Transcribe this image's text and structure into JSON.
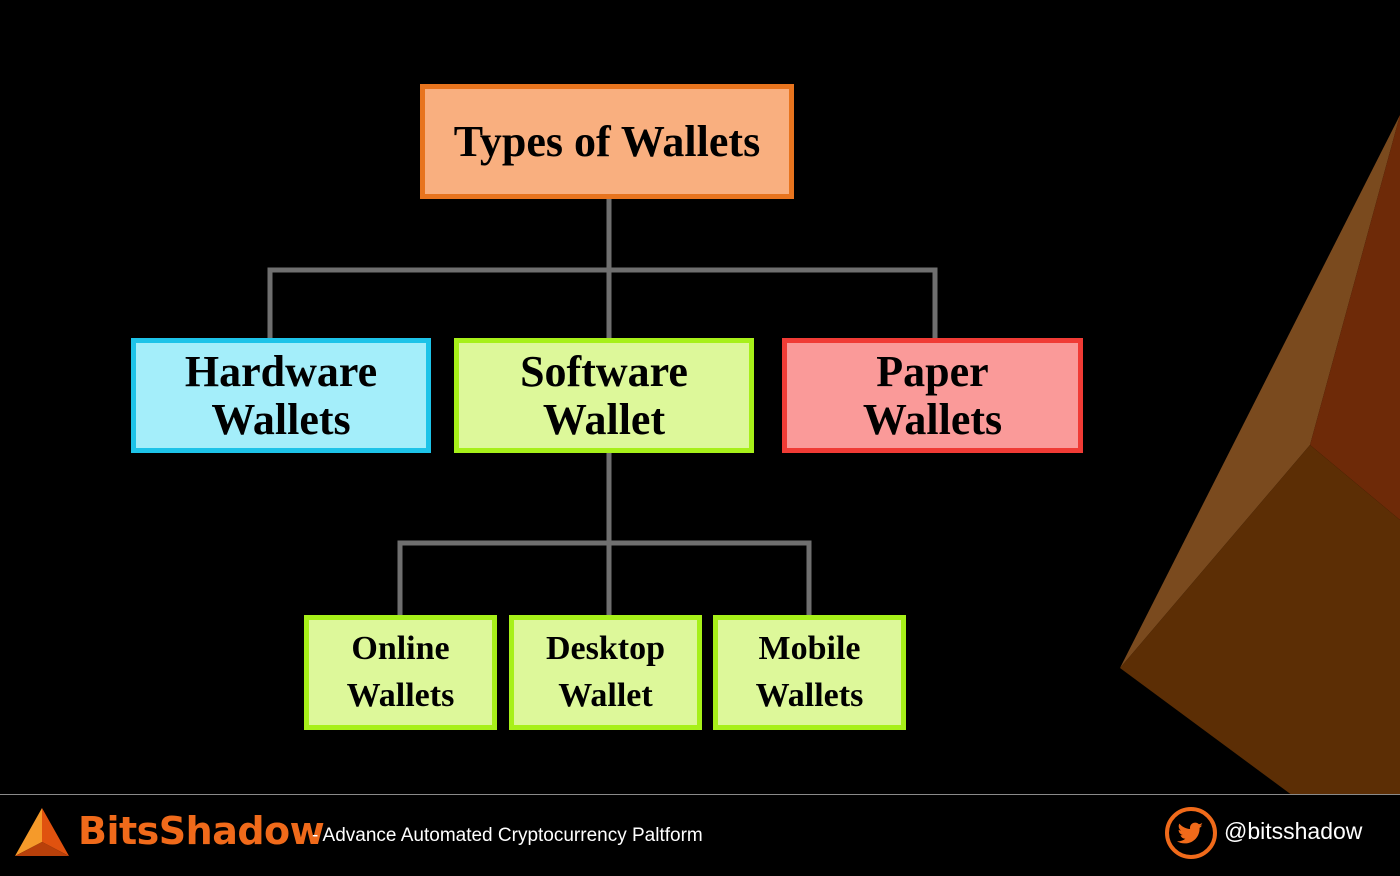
{
  "diagram": {
    "root": {
      "label": "Types of Wallets"
    },
    "level1": [
      {
        "lines": [
          "Hardware",
          "Wallets"
        ],
        "color": "#A4EEFA",
        "border": "#1DC3E8"
      },
      {
        "lines": [
          "Software",
          "Wallet"
        ],
        "color": "#DDF89A",
        "border": "#A7F019"
      },
      {
        "lines": [
          "Paper",
          "Wallets"
        ],
        "color": "#FA9A99",
        "border": "#F03B35"
      }
    ],
    "level2": [
      {
        "lines": [
          "Online",
          "Wallets"
        ]
      },
      {
        "lines": [
          "Desktop",
          "Wallet"
        ]
      },
      {
        "lines": [
          "Mobile",
          "Wallets"
        ]
      }
    ],
    "connector_color": "#6F6F6F"
  },
  "footer": {
    "brand": "BitsShadow",
    "tagline": "- Advance Automated Cryptocurrency Paltform",
    "handle": "@bitsshadow",
    "brand_color": "#F06A1A",
    "logo_icon": "orange-triangle-logo-icon",
    "social_icon": "twitter-bird-icon"
  }
}
